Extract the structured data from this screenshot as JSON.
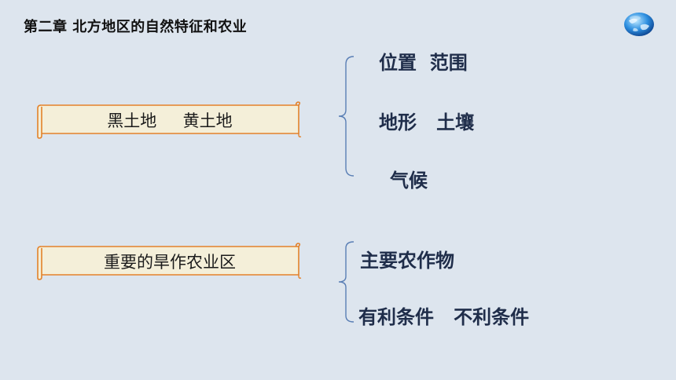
{
  "header": {
    "title": "第二章  北方地区的自然特征和农业"
  },
  "icons": {
    "globe": "globe-icon"
  },
  "section1": {
    "scroll_label": "黑土地     黄土地",
    "items": [
      "位置  范围",
      "地形   土壤",
      "气候"
    ]
  },
  "section2": {
    "scroll_label": "重要的旱作农业区",
    "items": [
      "主要农作物",
      "有利条件   不利条件"
    ]
  },
  "colors": {
    "background": "#dde5ee",
    "scroll_fill": "#f4efd9",
    "scroll_border": "#e3822a",
    "brace": "#5a7fb5",
    "topic_text": "#1f2d4a"
  }
}
